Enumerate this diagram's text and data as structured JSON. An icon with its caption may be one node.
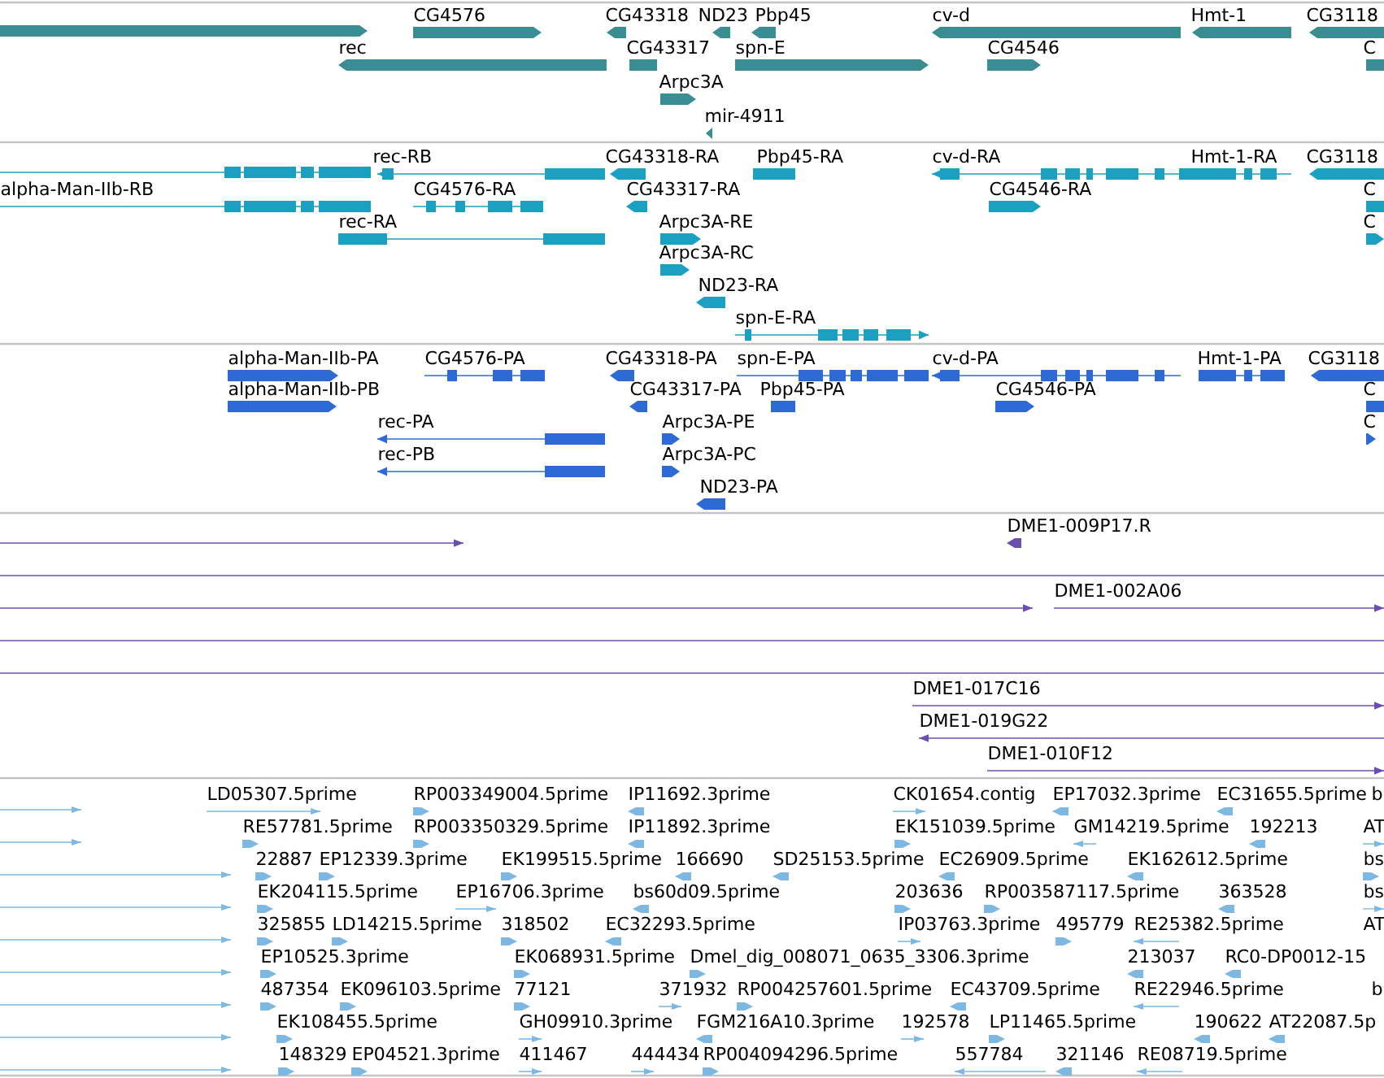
{
  "diagram": {
    "labels": [
      "CG4576",
      "CG43318",
      "ND23",
      "Pbp45",
      "cv-d",
      "Hmt-1",
      "CG3118",
      "rec",
      "CG43317",
      "spn-E",
      "CG4546",
      "C",
      "Arpc3A",
      "mir-4911",
      "rec-RB",
      "CG43318-RA",
      "Pbp45-RA",
      "cv-d-RA",
      "Hmt-1-RA",
      "CG3118",
      "alpha-Man-IIb-RB",
      "CG4576-RA",
      "CG43317-RA",
      "CG4546-RA",
      "C",
      "rec-RA",
      "Arpc3A-RE",
      "C",
      "Arpc3A-RC",
      "ND23-RA",
      "spn-E-RA",
      "alpha-Man-IIb-PA",
      "CG4576-PA",
      "CG43318-PA",
      "spn-E-PA",
      "cv-d-PA",
      "Hmt-1-PA",
      "CG3118",
      "alpha-Man-IIb-PB",
      "CG43317-PA",
      "Pbp45-PA",
      "CG4546-PA",
      "C",
      "rec-PA",
      "Arpc3A-PE",
      "C",
      "rec-PB",
      "Arpc3A-PC",
      "ND23-PA",
      "DME1-009P17.R",
      "DME1-002A06",
      "DME1-017C16",
      "DME1-019G22",
      "DME1-010F12",
      "LD05307.5prime",
      "RP003349004.5prime",
      "IP11692.3prime",
      "CK01654.contig",
      "EP17032.3prime",
      "EC31655.5prime",
      "b",
      "RE57781.5prime",
      "RP003350329.5prime",
      "IP11892.3prime",
      "EK151039.5prime",
      "GM14219.5prime",
      "192213",
      "AT",
      "22887",
      "EP12339.3prime",
      "EK199515.5prime",
      "166690",
      "SD25153.5prime",
      "EC26909.5prime",
      "EK162612.5prime",
      "bs",
      "EK204115.5prime",
      "EP16706.3prime",
      "bs60d09.5prime",
      "203636",
      "RP003587117.5prime",
      "363528",
      "bs",
      "325855",
      "LD14215.5prime",
      "318502",
      "EC32293.5prime",
      "IP03763.3prime",
      "495779",
      "RE25382.5prime",
      "AT",
      "EP10525.3prime",
      "EK068931.5prime",
      "Dmel_dig_008071_0635_3306.3prime",
      "213037",
      "RC0-DP0012-15",
      "487354",
      "EK096103.5prime",
      "77121",
      "371932",
      "RP004257601.5prime",
      "EC43709.5prime",
      "RE22946.5prime",
      "b",
      "EK108455.5prime",
      "GH09910.3prime",
      "FGM216A10.3prime",
      "192578",
      "LP11465.5prime",
      "190622",
      "AT22087.5p",
      "148329",
      "EP04521.3prime",
      "411467",
      "444434",
      "RP004094296.5prime",
      "557784",
      "321146",
      "RE08719.5prime"
    ]
  }
}
